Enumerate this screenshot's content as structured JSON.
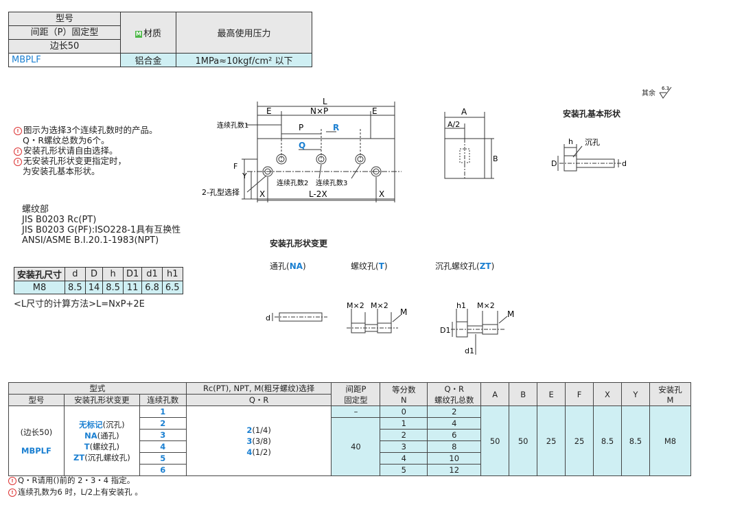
{
  "top_table": {
    "model_lines": [
      "型号",
      "间距（P）固定型",
      "边长50"
    ],
    "material_badge": "M",
    "material_header": "材质",
    "pressure_header": "最高使用压力",
    "model": "MBPLF",
    "material": "铝合金",
    "pressure": "1MPa≈10kgf/cm² 以下"
  },
  "roughness_note": "其余",
  "roughness_value": "6.3",
  "notes": [
    "图示为选择3个连续孔数时的产品。",
    "Q・R螺纹总数为6个。",
    "安装孔形状请自由选择。",
    "无安装孔形状变更指定时，",
    "为安装孔基本形状。"
  ],
  "thread_info": [
    "螺纹部",
    "JIS  B0203  Rc(PT)",
    "JIS B0203 G(PF):ISO228-1具有互换性",
    "ANSI/ASME B.I.20.1-1983(NPT)"
  ],
  "drawing": {
    "L": "L",
    "E": "E",
    "NxP": "N×P",
    "P": "P",
    "R": "R",
    "Q": "Q",
    "F": "F",
    "Y": "Y",
    "X": "X",
    "L2X": "L-2X",
    "cont1": "连续孔数1",
    "cont2": "连续孔数2",
    "cont3": "连续孔数3",
    "two_hole": "2-孔型选择",
    "A": "A",
    "A2": "A/2",
    "B": "B"
  },
  "basic_shape": {
    "title": "安装孔基本形状",
    "h": "h",
    "counterbore": "沉孔",
    "D": "D",
    "d": "d"
  },
  "shape_change": {
    "title": "安装孔形状变更",
    "na_prefix": "通孔(",
    "na_code": "NA",
    "na_suffix": ")",
    "t_prefix": "螺纹孔(",
    "t_code": "T",
    "t_suffix": ")",
    "zt_prefix": "沉孔螺纹孔(",
    "zt_code": "ZT",
    "zt_suffix": ")",
    "d": "d",
    "M2a": "M×2",
    "M2b": "M×2",
    "M": "M",
    "h1": "h1",
    "D1": "D1",
    "d1": "d1"
  },
  "dim_table": {
    "headers": [
      "安装孔尺寸",
      "d",
      "D",
      "h",
      "D1",
      "d1",
      "h1"
    ],
    "row": [
      "M8",
      "8.5",
      "14",
      "8.5",
      "11",
      "6.8",
      "6.5"
    ]
  },
  "formula": "<L尺寸的计算方法>L=NxP+2E",
  "spec_table": {
    "h_type": "型式",
    "h_rc": "Rc(PT), NPT, M(粗牙螺纹)选择",
    "h_pitch": "间距P",
    "h_pitch2": "固定型",
    "h_div": "等分数",
    "h_div2": "N",
    "h_qr": "Q・R",
    "h_qr2": "螺纹孔总数",
    "h_A": "A",
    "h_B": "B",
    "h_E": "E",
    "h_F": "F",
    "h_X": "X",
    "h_Y": "Y",
    "h_mount": "安装孔",
    "h_mount2": "M",
    "h_model": "型号",
    "h_shape": "安装孔形状变更",
    "h_cont": "连续孔数",
    "h_qr_sub": "Q・R",
    "model_side": "(边长50)",
    "model_code": "MBPLF",
    "shapes": [
      {
        "code": "无标记",
        "text": "(沉孔)"
      },
      {
        "code": "NA",
        "text": "(通孔)"
      },
      {
        "code": "T",
        "text": "(螺纹孔)"
      },
      {
        "code": "ZT",
        "text": "(沉孔螺纹孔)"
      }
    ],
    "cont_counts": [
      "1",
      "2",
      "3",
      "4",
      "5",
      "6"
    ],
    "qr_sizes": [
      {
        "code": "2",
        "text": "(1/4)"
      },
      {
        "code": "3",
        "text": "(3/8)"
      },
      {
        "code": "4",
        "text": "(1/2)"
      }
    ],
    "pitch_dash": "–",
    "pitch_val": "40",
    "divisions": [
      "0",
      "1",
      "2",
      "3",
      "4",
      "5"
    ],
    "qr_totals": [
      "2",
      "4",
      "6",
      "8",
      "10",
      "12"
    ],
    "A": "50",
    "B": "50",
    "E": "25",
    "F": "25",
    "X": "8.5",
    "Y": "8.5",
    "M": "M8"
  },
  "footnotes": [
    "Q・R请用()前的 2・3・4 指定。",
    "连续孔数为6 时，L/2上有安装孔 。"
  ]
}
